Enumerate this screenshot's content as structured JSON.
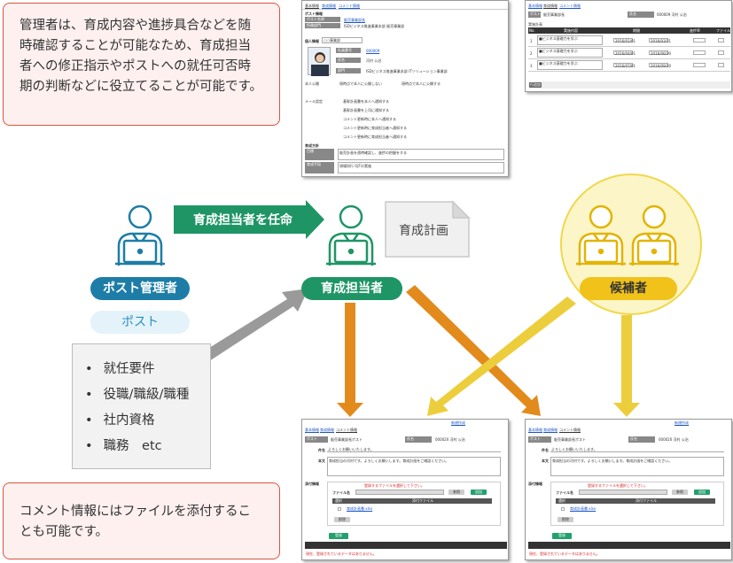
{
  "notes": {
    "top": "管理者は、育成内容や進捗具合などを随時確認することが可能なため、育成担当者への修正指示やポストへの就任可否時期の判断などに役立てることが可能です。",
    "bottom": "コメント情報にはファイルを添付することも可能です。"
  },
  "roles": {
    "admin": "ポスト管理者",
    "post": "ポスト",
    "trainer": "育成担当者",
    "candidate": "候補者"
  },
  "flow": {
    "appoint_label": "育成担当者を任命",
    "plan_label": "育成計画"
  },
  "requirements": [
    "就任要件",
    "役職/職級/職種",
    "社内資格",
    "職務　etc"
  ],
  "colors": {
    "admin": "#1d7da6",
    "trainer": "#1f9566",
    "candidate": "#f0c21a",
    "orange_arrow": "#e38a1c",
    "yellow_arrow": "#ecce3c",
    "gray_arrow": "#9a9a9a"
  },
  "shot_top_left": {
    "tabs": [
      "基本情報",
      "育成情報",
      "コメント情報"
    ],
    "heading": "ポスト情報",
    "rows": [
      [
        "ポスト名称",
        "販売事業部長"
      ],
      [
        "所属部門",
        "ISDビジネス推進事業本部 販売事業部"
      ]
    ],
    "section": "個人情報",
    "select": "○○事業部",
    "person_rows": [
      [
        "社員番号",
        "000009"
      ],
      [
        "氏名",
        "河村 公治"
      ],
      [
        "部門",
        "ISDビジネス推進事業本部 ITソリューション事業部"
      ]
    ],
    "disclose_label": "本人公開",
    "disclose_opts": [
      "現時点で本人に公開しない",
      "現時点で本人に公開する"
    ],
    "mail_label": "メール設定",
    "checks": [
      "基幹計画書を本人へ通知する",
      "基幹計画書を上司に通知する",
      "コメント更新時に本人へ通知する",
      "コメント更新時に育成担当者へ通知する",
      "コメント更新時に育成担当者へ通知する"
    ],
    "plan_section": "育成方針",
    "goal_label": "目標",
    "goal_text": "販売計画を適時確認し、進捗の把握をする",
    "method_label": "育成手段",
    "method_text": "現場同行 OJTの実施"
  },
  "shot_top_right": {
    "tabs": [
      "基本情報",
      "育成情報",
      "コメント情報"
    ],
    "post_label": "ポスト",
    "post_value": "販売事業部長",
    "name_label": "氏名",
    "name_value": "000009 河村 公治",
    "section": "実施計画",
    "cols": [
      "No.",
      "実施内容",
      "期間",
      "進捗率",
      "ファイル"
    ],
    "rows": [
      {
        "no": "1",
        "content": "■ビジネス基礎力を学ぶ",
        "from": "2016/01/01",
        "to": "2016/03/31"
      },
      {
        "no": "2",
        "content": "■ビジネス基礎力を学ぶ",
        "from": "2016/04/01",
        "to": "2016/06/30"
      },
      {
        "no": "3",
        "content": "■ビジネス基礎力を学ぶ",
        "from": "2016/07/01",
        "to": "2016/09/30"
      }
    ],
    "btn": "行追加"
  },
  "shot_comment": {
    "top_link": "新規作成",
    "tabs": [
      "基本情報",
      "育成情報",
      "コメント情報"
    ],
    "post_label": "ポスト",
    "post_value": "販売事業部長ポスト",
    "name_label": "氏名",
    "name_value": "000020 河村 公治",
    "subject_label": "件名",
    "subject_value": "よろしくお願いいたします。",
    "body_label": "本文",
    "body_value": "育成担当の河村です。よろしくお願いします。育成計画をご確認ください。",
    "attach_label": "添付情報",
    "attach_note": "登録するファイルを選択して下さい。",
    "file_label": "ファイル名",
    "ref_btn": "参照",
    "add_btn": "追加",
    "col_select": "選択",
    "col_file": "添付ファイル",
    "file_name": "育成計画書.xlsx",
    "delete_btn": "削除",
    "register_btn": "登録",
    "footer_note": "現在、登録されているデータはありません。"
  }
}
